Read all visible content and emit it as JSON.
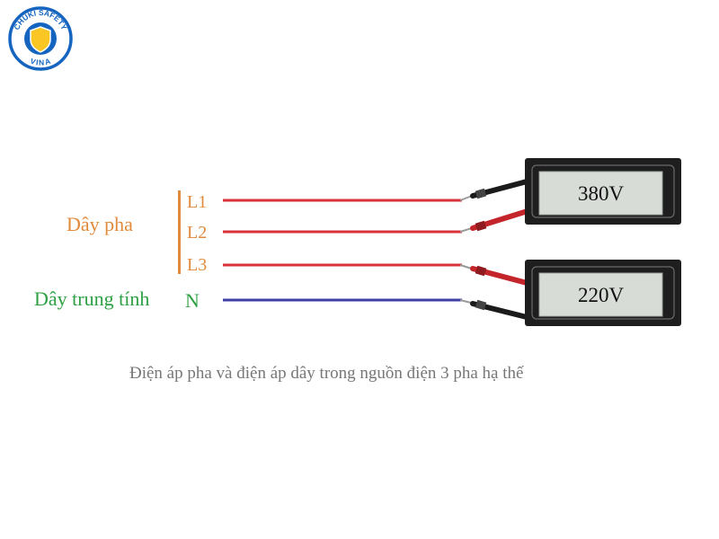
{
  "logo": {
    "text_top": "CHUKI SAFETY",
    "text_bottom": "VINA",
    "primary_color": "#1565c0",
    "accent_color": "#f9c623"
  },
  "labels": {
    "phase_group": "Dây pha",
    "neutral": "Dây trung tính",
    "line_l1": "L1",
    "line_l2": "L2",
    "line_l3": "L3",
    "line_n": "N"
  },
  "meters": {
    "top_reading": "380V",
    "bottom_reading": "220V"
  },
  "caption": "Điện áp pha và điện áp dây trong nguồn điện 3 pha hạ thế",
  "colors": {
    "phase_label": "#e08a3c",
    "neutral_label": "#2ea043",
    "phase_wire": "#d9323a",
    "neutral_wire": "#3f3fa8",
    "caption": "#777777",
    "meter_body": "#1e1e1e",
    "lcd": "#d7dcd6"
  }
}
